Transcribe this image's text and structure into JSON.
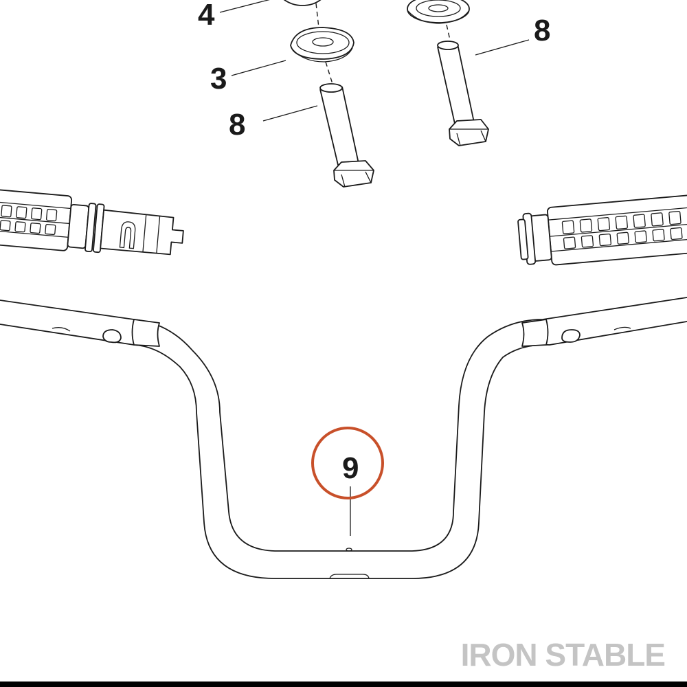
{
  "callouts": [
    {
      "id": "part-4",
      "label": "4"
    },
    {
      "id": "part-3",
      "label": "3"
    },
    {
      "id": "part-8-left",
      "label": "8"
    },
    {
      "id": "part-8-right",
      "label": "8"
    },
    {
      "id": "part-9",
      "label": "9"
    }
  ],
  "highlight": {
    "part": "9",
    "color": "#c8502a"
  },
  "watermark": "IRON STABLE",
  "colors": {
    "line": "#1a1a1a",
    "watermark": "#c4c4c4",
    "bottom_bar": "#000000"
  }
}
